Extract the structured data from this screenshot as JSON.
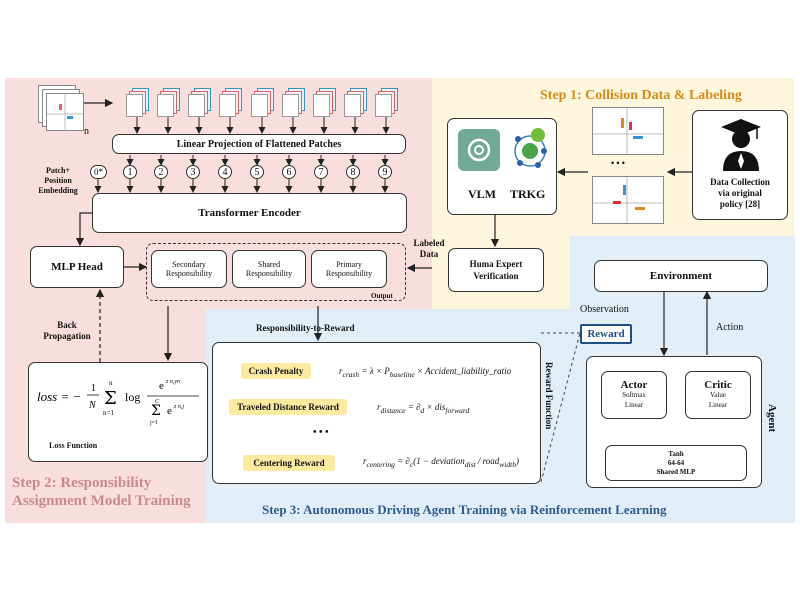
{
  "step1": {
    "title": "Step 1: Collision Data & Labeling",
    "vlm": "VLM",
    "trkg": "TRKG",
    "ellipsis": "• • •",
    "data_collection": [
      "Data Collection",
      "via original",
      "policy [28]"
    ],
    "verification": [
      "Huma Expert",
      "Verification"
    ],
    "labeled_data": [
      "Labeled",
      "Data"
    ]
  },
  "step2": {
    "title": [
      "Step 2: Responsibility",
      "Assignment Model Training"
    ],
    "n_label": "n",
    "linear_projection": "Linear Projection of Flattened Patches",
    "patch_embedding": [
      "Patch+",
      "Position",
      "Embedding"
    ],
    "tokens": [
      "0*",
      "1",
      "2",
      "3",
      "4",
      "5",
      "6",
      "7",
      "8",
      "9"
    ],
    "transformer_encoder": "Transformer Encoder",
    "mlp_head": "MLP Head",
    "secondary": [
      "Secondary",
      "Responsibility"
    ],
    "shared": [
      "Shared",
      "Responsibility"
    ],
    "primary": [
      "Primary",
      "Responsibility"
    ],
    "output": "Output",
    "back_propagation": [
      "Back",
      "Propagation"
    ],
    "loss_function": "Loss Function"
  },
  "step3": {
    "title": "Step 3: Autonomous Driving Agent Training via Reinforcement Learning",
    "resp_to_reward": "Responsibility-to-Reward",
    "crash_penalty": "Crash Penalty",
    "traveled_distance": "Traveled Distance Reward",
    "centering": "Centering Reward",
    "dots": "• • •",
    "reward_function": "Reward Function",
    "reward": "Reward",
    "environment": "Environment",
    "observation": "Observation",
    "action": "Action",
    "actor": "Actor",
    "actor_sub": [
      "Softmax",
      "Linear"
    ],
    "critic": "Critic",
    "critic_sub": [
      "Value",
      "Linear"
    ],
    "mlp": [
      "Tanh",
      "64-64",
      "Shared MLP"
    ],
    "agent": "Agent"
  },
  "colors": {
    "step1_bg": "#fdf6dc",
    "step2_bg": "#f9dede",
    "step3_bg": "#e1eef8",
    "step1_title": "#d88a1a",
    "step2_title": "#c98a8a",
    "step3_title": "#2e5b8c",
    "highlight": "#fbeba1"
  }
}
